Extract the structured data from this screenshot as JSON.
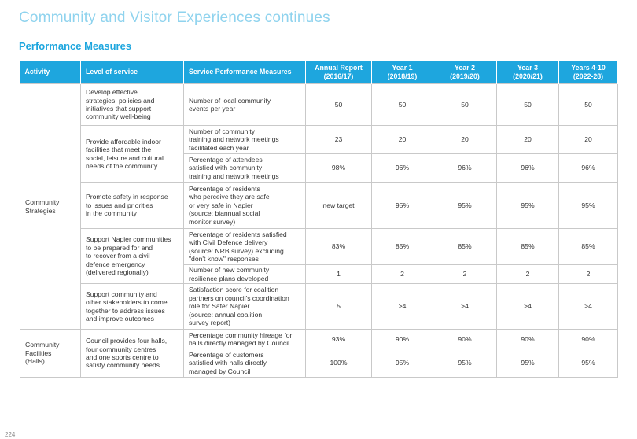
{
  "header": {
    "title": "Community and Visitor Experiences continues",
    "section": "Performance Measures"
  },
  "table": {
    "columns": [
      "Activity",
      "Level of service",
      "Service Performance Measures",
      "Annual Report\n(2016/17)",
      "Year 1\n(2018/19)",
      "Year 2\n(2019/20)",
      "Year 3\n(2020/21)",
      "Years 4-10\n(2022-28)"
    ],
    "groups": [
      {
        "activity": "Community\nStrategies",
        "services": [
          {
            "level": "Develop effective\nstrategies, policies and\ninitiatives that support\ncommunity well-being",
            "measures": [
              {
                "measure": "Number of local community\nevents per year",
                "values": [
                  "50",
                  "50",
                  "50",
                  "50",
                  "50"
                ]
              }
            ]
          },
          {
            "level": "Provide affordable indoor\nfacilities that meet the\nsocial, leisure and cultural\nneeds of the community",
            "measures": [
              {
                "measure": "Number of community\ntraining and network meetings\nfacilitated each year",
                "values": [
                  "23",
                  "20",
                  "20",
                  "20",
                  "20"
                ]
              },
              {
                "measure": "Percentage of attendees\nsatisfied with community\ntraining and network meetings",
                "values": [
                  "98%",
                  "96%",
                  "96%",
                  "96%",
                  "96%"
                ]
              }
            ]
          },
          {
            "level": "Promote safety in response\nto issues and priorities\nin the community",
            "measures": [
              {
                "measure": "Percentage of residents\nwho perceive they are safe\nor very safe in Napier\n(source: biannual social\nmonitor survey)",
                "values": [
                  "new target",
                  "95%",
                  "95%",
                  "95%",
                  "95%"
                ]
              }
            ]
          },
          {
            "level": "Support Napier communities\nto be prepared for and\nto recover from a civil\ndefence emergency\n(delivered regionally)",
            "measures": [
              {
                "measure": "Percentage of residents satisfied\nwith Civil Defence delivery\n(source: NRB survey) excluding\n\"don't know\" responses",
                "values": [
                  "83%",
                  "85%",
                  "85%",
                  "85%",
                  "85%"
                ]
              },
              {
                "measure": "Number of new community\nresilience plans developed",
                "values": [
                  "1",
                  "2",
                  "2",
                  "2",
                  "2"
                ]
              }
            ]
          },
          {
            "level": "Support community and\nother stakeholders to come\ntogether to address issues\nand improve outcomes",
            "measures": [
              {
                "measure": "Satisfaction score for coalition\npartners on council's coordination\nrole for Safer Napier\n(source: annual coalition\nsurvey report)",
                "values": [
                  "5",
                  ">4",
                  ">4",
                  ">4",
                  ">4"
                ]
              }
            ]
          }
        ]
      },
      {
        "activity": "Community\nFacilities\n(Halls)",
        "services": [
          {
            "level": "Council provides four halls,\nfour community centres\nand one sports centre to\nsatisfy community needs",
            "measures": [
              {
                "measure": "Percentage community hireage for\nhalls directly managed by Council",
                "values": [
                  "93%",
                  "90%",
                  "90%",
                  "90%",
                  "90%"
                ]
              },
              {
                "measure": "Percentage of customers\nsatisfied with halls directly\nmanaged by Council",
                "values": [
                  "100%",
                  "95%",
                  "95%",
                  "95%",
                  "95%"
                ]
              }
            ]
          }
        ]
      }
    ]
  },
  "footer": {
    "page_number": "224"
  }
}
